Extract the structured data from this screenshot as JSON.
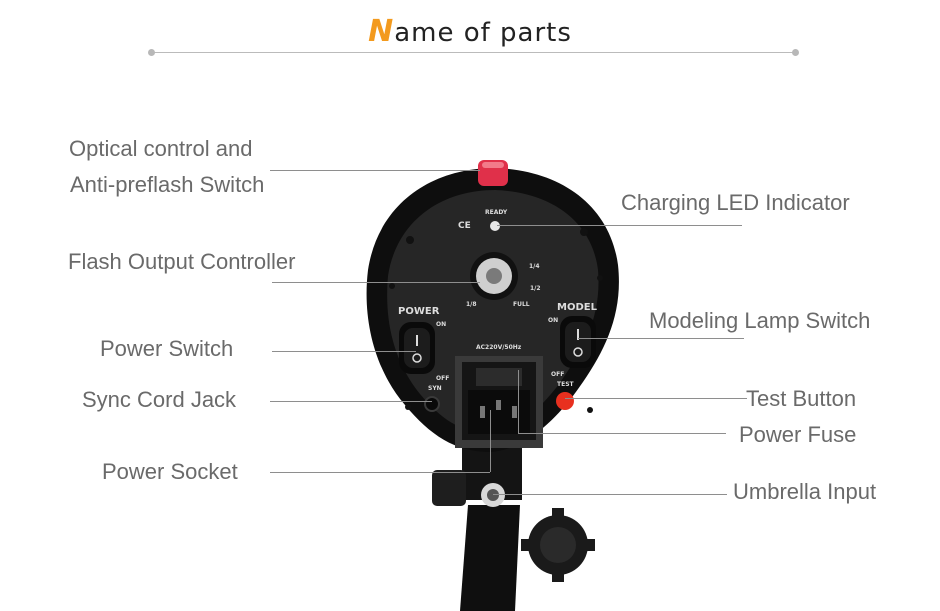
{
  "header": {
    "title_first_letter": "N",
    "title_rest": "ame of parts"
  },
  "labels": {
    "optical_line1": "Optical control and",
    "optical_line2": "Anti-preflash Switch",
    "charging_led": "Charging LED Indicator",
    "flash_output": "Flash Output Controller",
    "power_switch": "Power Switch",
    "modeling_lamp": "Modeling Lamp Switch",
    "sync_cord": "Sync Cord Jack",
    "test_button": "Test Button",
    "power_fuse": "Power Fuse",
    "power_socket": "Power Socket",
    "umbrella_input": "Umbrella Input"
  },
  "panel_text": {
    "ready": "READY",
    "ce": "CE",
    "quarter": "1/4",
    "half": "1/2",
    "eighth": "1/8",
    "full": "FULL",
    "power": "POWER",
    "model": "MODEL",
    "on_left": "ON",
    "on_right": "ON",
    "off_left": "OFF",
    "off_right": "OFF",
    "syn": "SYN",
    "test": "TEST",
    "voltage": "AC220V/50Hz"
  },
  "colors": {
    "accent": "#f39a1e",
    "label_text": "#6a6a6a",
    "test_button": "#e8301f",
    "top_button": "#e0304a"
  }
}
